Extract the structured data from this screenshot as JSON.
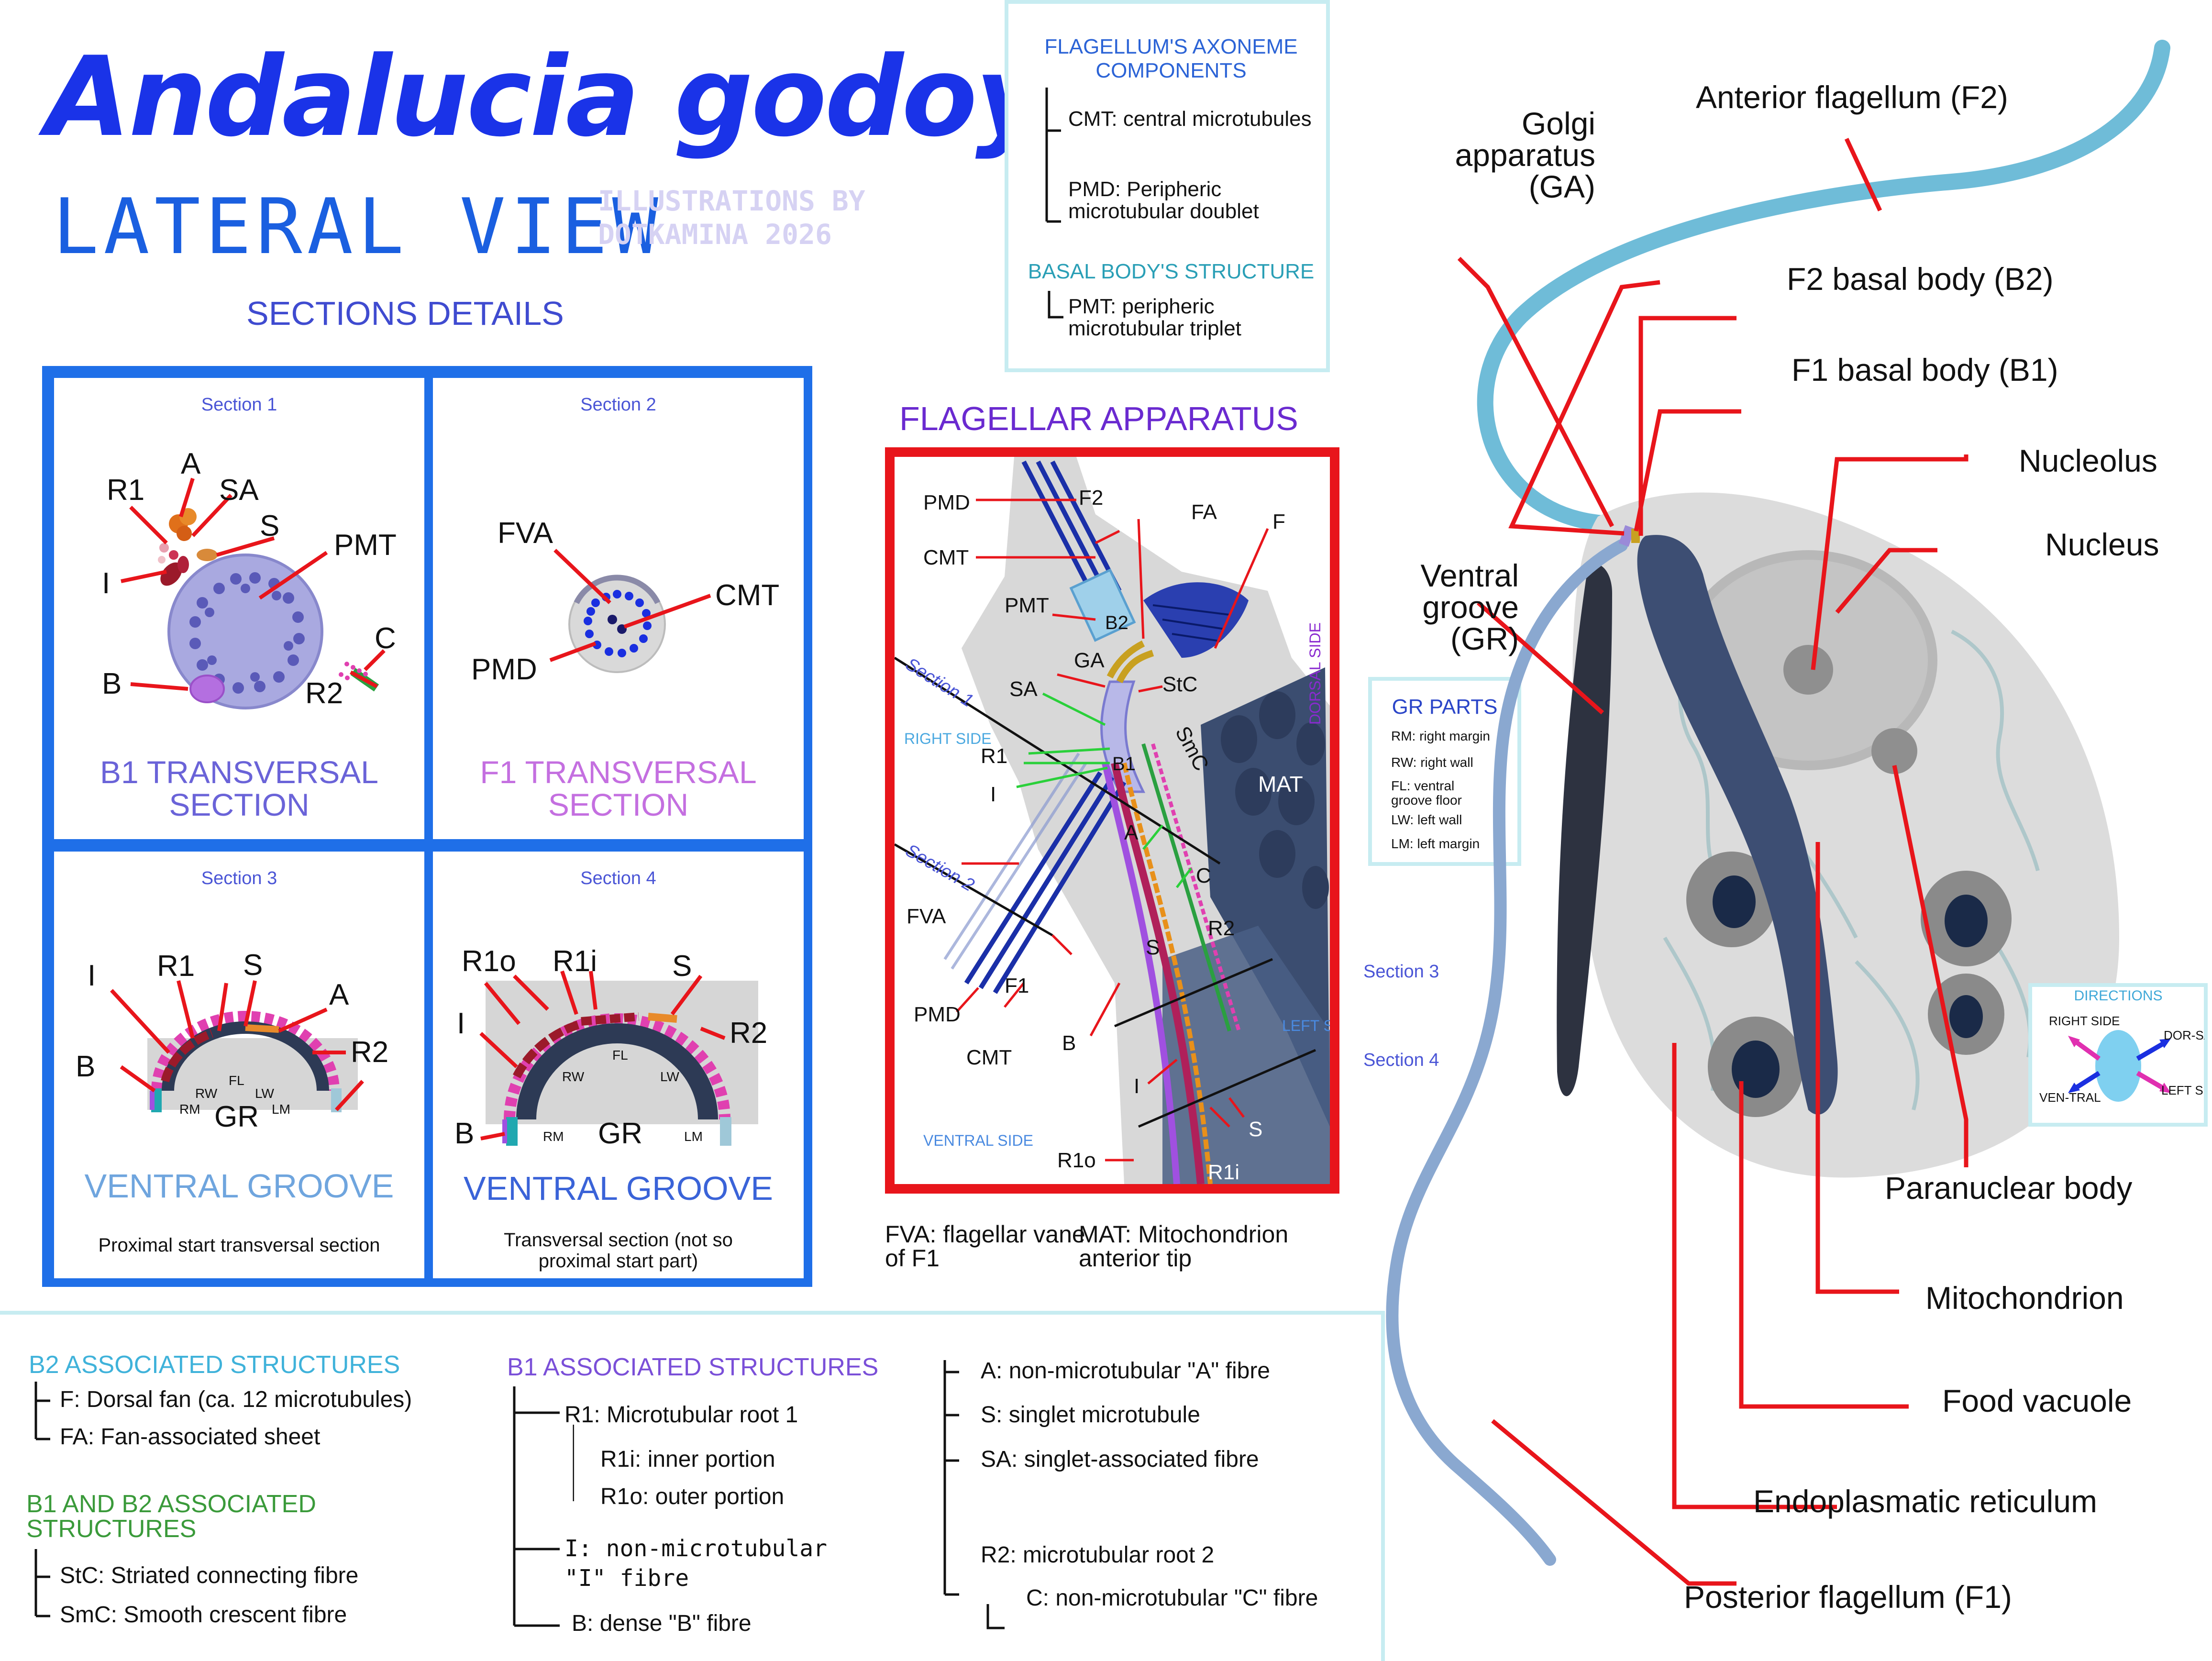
{
  "header": {
    "title": "Andalucia godoyi",
    "subtitle": "LATERAL VIEW",
    "credit": "ILLUSTRATIONS BY DOTKAMINA 2026"
  },
  "sections": {
    "title": "SECTIONS DETAILS",
    "cells": [
      {
        "section": "Section 1",
        "name": "B1 TRANSVERSAL SECTION",
        "labels": [
          "R1",
          "A",
          "SA",
          "S",
          "PMT",
          "I",
          "B",
          "C",
          "R2"
        ]
      },
      {
        "section": "Section 2",
        "name": "F1 TRANSVERSAL SECTION",
        "labels": [
          "FVA",
          "CMT",
          "PMD"
        ]
      },
      {
        "section": "Section 3",
        "name": "VENTRAL GROOVE",
        "caption": "Proximal start transversal section",
        "labels": [
          "I",
          "R1",
          "S",
          "A",
          "B",
          "R2",
          "GR",
          "RW",
          "FL",
          "LW",
          "RM",
          "LM"
        ]
      },
      {
        "section": "Section 4",
        "name": "VENTRAL GROOVE",
        "caption": "Transversal section (not so proximal start part)",
        "labels": [
          "R1o",
          "R1i",
          "S",
          "I",
          "R2",
          "B",
          "GR",
          "RW",
          "FL",
          "LW",
          "RM",
          "LM"
        ]
      }
    ]
  },
  "axoneme": {
    "title": "FLAGELLUM'S AXONEME COMPONENTS",
    "items": [
      "CMT: central microtubules",
      "PMD: Peripheric microtubular doublet"
    ],
    "basal_title": "BASAL BODY'S STRUCTURE",
    "basal_items": [
      "PMT: peripheric microtubular triplet"
    ]
  },
  "flagellar": {
    "title": "FLAGELLAR APPARATUS",
    "labels": [
      "PMD",
      "F2",
      "FA",
      "F",
      "CMT",
      "PMT",
      "B2",
      "GA",
      "StC",
      "SA",
      "SmC",
      "R1",
      "B1",
      "I",
      "MAT",
      "A",
      "C",
      "FVA",
      "S",
      "R2",
      "F1",
      "PMD",
      "CMT",
      "B",
      "I",
      "S",
      "R1o",
      "R1i"
    ],
    "side_labels": [
      "DORSAL SIDE",
      "RIGHT SIDE",
      "LEFT SIDE",
      "VENTRAL SIDE"
    ],
    "section_labels": [
      "Section 1",
      "Section 2",
      "Section 3",
      "Section 4"
    ],
    "fva_note": "FVA: flagellar vane of F1",
    "mat_note": "MAT: Mitochondrion anterior tip"
  },
  "gr_parts": {
    "title": "GR PARTS",
    "items": [
      "RM: right margin",
      "RW: right wall",
      "FL: ventral groove floor",
      "LW: left wall",
      "LM: left margin"
    ]
  },
  "directions": {
    "title": "DIRECTIONS",
    "labels": [
      "RIGHT SIDE",
      "DOR-SAL",
      "VEN-TRAL",
      "LEFT SIDE"
    ]
  },
  "cell_labels": {
    "golgi": "Golgi apparatus (GA)",
    "anterior": "Anterior flagellum (F2)",
    "f2_basal": "F2 basal body (B2)",
    "f1_basal": "F1 basal body (B1)",
    "nucleolus": "Nucleolus",
    "nucleus": "Nucleus",
    "ventral": "Ventral groove (GR)",
    "paranuclear": "Paranuclear body",
    "mitochondrion": "Mitochondrion",
    "food": "Food vacuole",
    "er": "Endoplasmatic reticulum",
    "posterior": "Posterior flagellum (F1)"
  },
  "legend": {
    "b2": {
      "title": "B2 ASSOCIATED STRUCTURES",
      "items": [
        "F: Dorsal fan (ca. 12 microtubules)",
        "FA: Fan-associated sheet"
      ]
    },
    "b1b2": {
      "title": "B1 AND B2 ASSOCIATED STRUCTURES",
      "items": [
        "StC: Striated connecting fibre",
        "SmC: Smooth crescent fibre"
      ]
    },
    "b1": {
      "title": "B1 ASSOCIATED STRUCTURES",
      "r1": "R1: Microtubular root 1",
      "r1i": "R1i: inner portion",
      "r1o": "R1o: outer portion",
      "i": "I: non-microtubular \"I\" fibre",
      "b": "B: dense \"B\" fibre"
    },
    "other": {
      "a": "A: non-microtubular \"A\" fibre",
      "s": "S: singlet microtubule",
      "sa": "SA: singlet-associated fibre",
      "r2": "R2: microtubular root 2",
      "c": "C: non-microtubular \"C\" fibre"
    }
  },
  "colors": {
    "title_blue": "#1a33e8",
    "frame_blue": "#1f6fe8",
    "red": "#e8151b",
    "flagellum": "#6fbcd8",
    "mito": "#3d4e73",
    "cyto": "#dcdcdc"
  }
}
